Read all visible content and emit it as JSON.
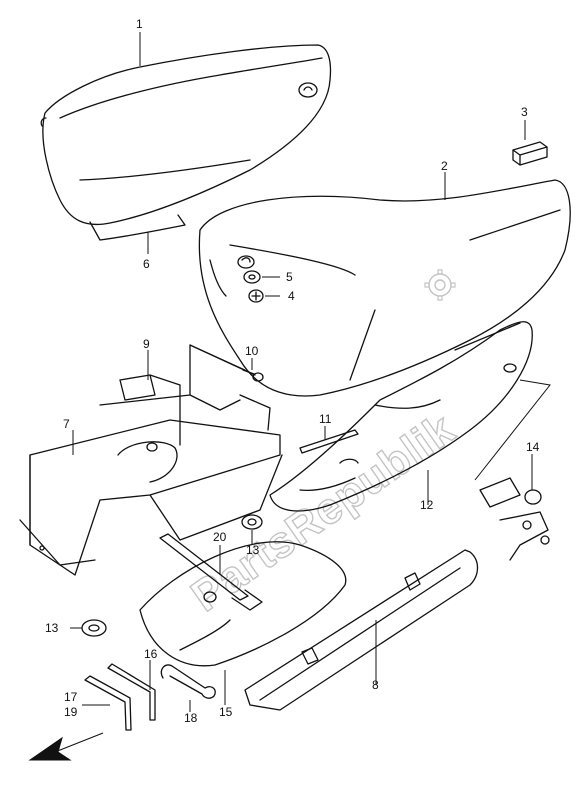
{
  "diagram": {
    "watermark": "PartsRepublik",
    "callouts": [
      {
        "id": "c1",
        "label": "1"
      },
      {
        "id": "c2",
        "label": "2"
      },
      {
        "id": "c3",
        "label": "3"
      },
      {
        "id": "c4",
        "label": "4"
      },
      {
        "id": "c5",
        "label": "5"
      },
      {
        "id": "c6",
        "label": "6"
      },
      {
        "id": "c7",
        "label": "7"
      },
      {
        "id": "c8",
        "label": "8"
      },
      {
        "id": "c9",
        "label": "9"
      },
      {
        "id": "c10",
        "label": "10"
      },
      {
        "id": "c11",
        "label": "11"
      },
      {
        "id": "c12",
        "label": "12"
      },
      {
        "id": "c13a",
        "label": "13"
      },
      {
        "id": "c13b",
        "label": "13"
      },
      {
        "id": "c14",
        "label": "14"
      },
      {
        "id": "c15",
        "label": "15"
      },
      {
        "id": "c16",
        "label": "16"
      },
      {
        "id": "c17",
        "label": "17"
      },
      {
        "id": "c18",
        "label": "18"
      },
      {
        "id": "c19",
        "label": "19"
      },
      {
        "id": "c20",
        "label": "20"
      }
    ]
  }
}
